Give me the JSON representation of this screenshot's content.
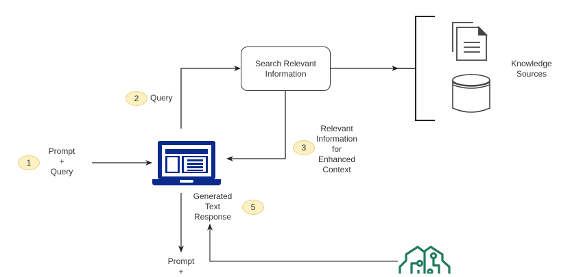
{
  "diagram": {
    "steps": [
      {
        "number": "1",
        "label_lines": [
          "Prompt",
          "+",
          "Query"
        ]
      },
      {
        "number": "2",
        "label": "Query"
      },
      {
        "number": "3",
        "label_lines": [
          "Relevant",
          "Information",
          "for",
          "Enhanced",
          "Context"
        ]
      },
      {
        "number": "5",
        "label_lines": [
          "Generated",
          "Text",
          "Response"
        ]
      }
    ],
    "search_box": {
      "line1": "Search Relevant",
      "line2": "Information"
    },
    "knowledge_sources": {
      "line1": "Knowledge",
      "line2": "Sources",
      "icons": [
        "documents-icon",
        "database-icon"
      ]
    },
    "lower_prompt": {
      "line1": "Prompt",
      "line2": "+"
    },
    "colors": {
      "laptop": "#0a2a8c",
      "badge_fill": "#fdf0c2",
      "badge_border": "#e9cf85",
      "brain": "#1e7a5a",
      "line": "#222222"
    }
  }
}
